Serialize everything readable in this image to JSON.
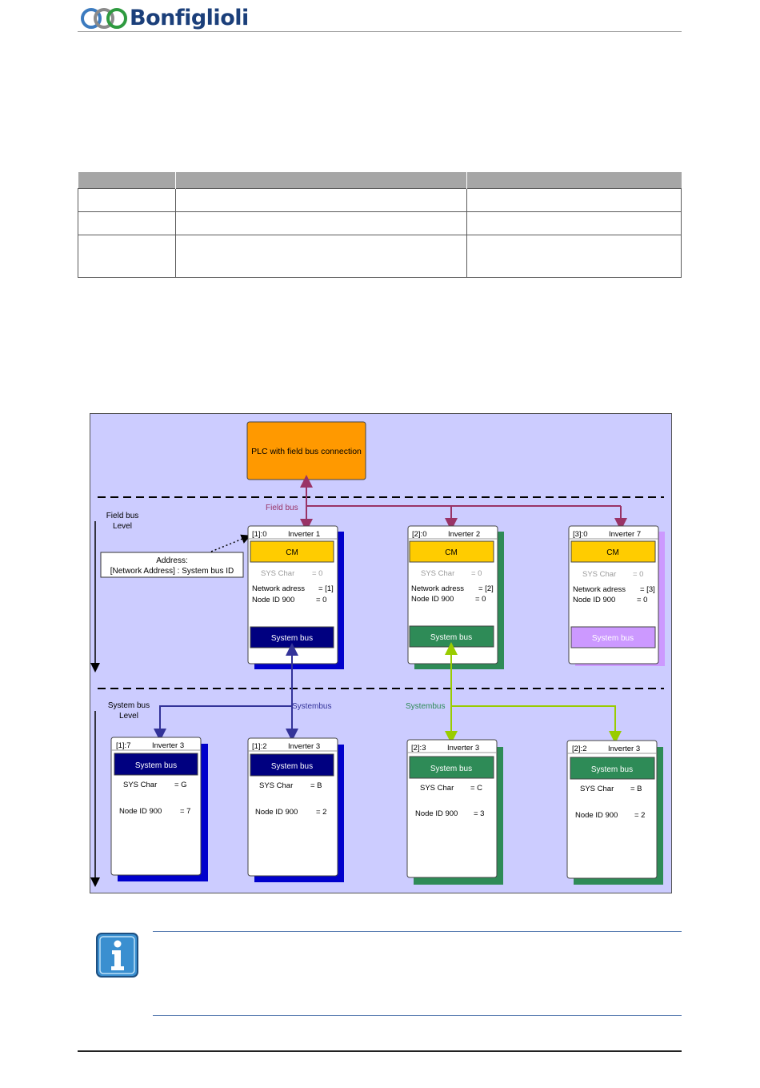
{
  "header": {
    "brand": "Bonfiglioli"
  },
  "colors": {
    "background": "#ccccff",
    "plc": "#ff9900",
    "cm": "#ffcc00",
    "blue_bus": "#0000cc",
    "navy": "#000080",
    "green": "#2e8b57",
    "lime": "#99cc00",
    "lilac": "#cc99ff",
    "fieldbus": "#993366"
  },
  "diagram": {
    "plc": "PLC with field bus connection",
    "field_bus_level": [
      "Field bus",
      "Level"
    ],
    "system_bus_level": [
      "System bus",
      "Level"
    ],
    "field_bus_label": "Field bus",
    "systembus_label": "Systembus",
    "address_callout": [
      "Address:",
      "[Network Address] : System bus ID"
    ],
    "cm_label": "CM",
    "system_bus_label": "System bus",
    "top_inverters": [
      {
        "id": "[1]:0",
        "name": "Inverter 1",
        "sys_char": "SYS Char",
        "sys_char_val": "= 0",
        "net": "Network adress",
        "net_val": "= [1]",
        "node": "Node ID 900",
        "node_val": "= 0"
      },
      {
        "id": "[2]:0",
        "name": "Inverter 2",
        "sys_char": "SYS Char",
        "sys_char_val": "= 0",
        "net": "Network adress",
        "net_val": "= [2]",
        "node": "Node ID 900",
        "node_val": "= 0"
      },
      {
        "id": "[3]:0",
        "name": "Inverter 7",
        "sys_char": "SYS Char",
        "sys_char_val": "= 0",
        "net": "Network adress",
        "net_val": "= [3]",
        "node": "Node ID 900",
        "node_val": "= 0"
      }
    ],
    "bottom_inverters": [
      {
        "id": "[1]:7",
        "name": "Inverter 3",
        "sys_char": "SYS Char",
        "sys_char_val": "= G",
        "node": "Node ID 900",
        "node_val": "= 7"
      },
      {
        "id": "[1]:2",
        "name": "Inverter 3",
        "sys_char": "SYS Char",
        "sys_char_val": "= B",
        "node": "Node ID 900",
        "node_val": "= 2"
      },
      {
        "id": "[2]:3",
        "name": "Inverter 3",
        "sys_char": "SYS Char",
        "sys_char_val": "= C",
        "node": "Node ID 900",
        "node_val": "= 3"
      },
      {
        "id": "[2]:2",
        "name": "Inverter 3",
        "sys_char": "SYS Char",
        "sys_char_val": "= B",
        "node": "Node ID 900",
        "node_val": "= 2"
      }
    ]
  }
}
